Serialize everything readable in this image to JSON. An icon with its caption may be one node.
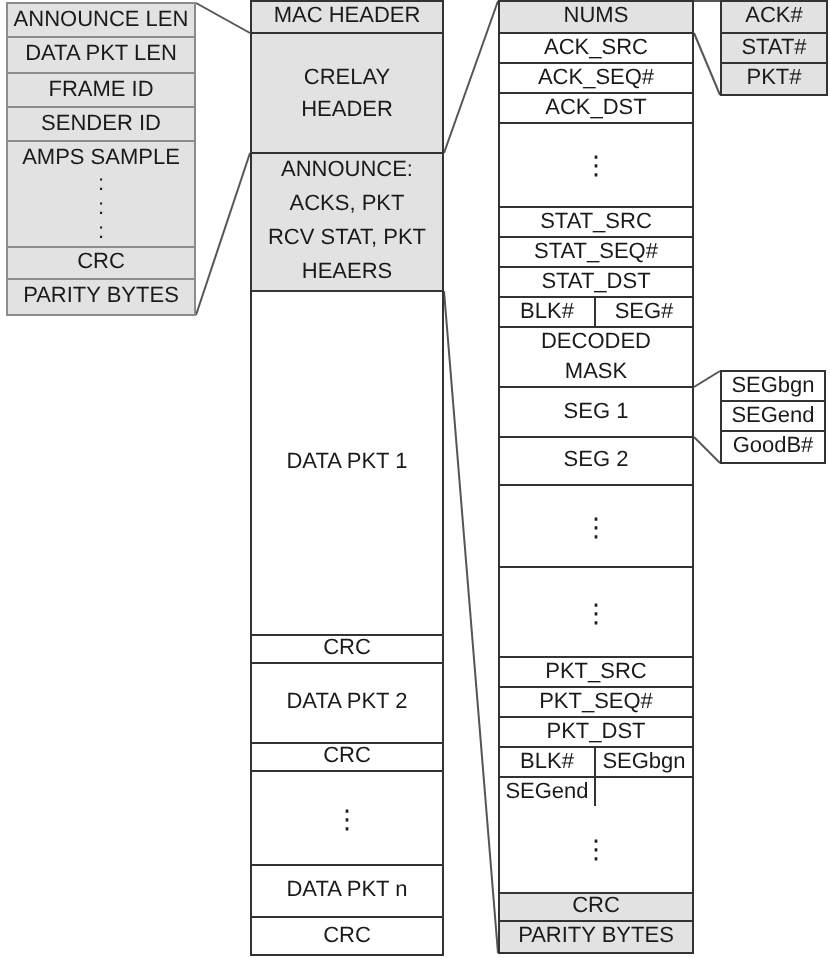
{
  "diagram": {
    "nodes": [
      {
        "text": [],
        "shape": "box"
      },
      {
        "text": [
          "ANNOUNCE LEN"
        ],
        "in": 0
      },
      {
        "text": [
          "DATA PKT LEN"
        ],
        "in": 0
      },
      {
        "text": [
          "FRAME ID"
        ],
        "in": 0
      },
      {
        "text": [
          "SENDER ID"
        ],
        "in": 0
      },
      {
        "text": [
          "AMPS SAMPLE",
          ":",
          ":",
          ":"
        ],
        "in": 0
      },
      {
        "text": [
          "CRC"
        ],
        "in": 0
      },
      {
        "text": [
          "PARITY BYTES"
        ],
        "in": 0
      },
      {
        "text": [],
        "shape": "box"
      },
      {
        "text": [
          "MAC HEADER"
        ],
        "in": 8
      },
      {
        "text": [
          "CRELAY HEADER"
        ],
        "in": 8
      },
      {
        "text": [
          "ANNOUNCE: ACKS, PKT RCV STAT, PKT HEAERS"
        ],
        "in": 8
      },
      {
        "text": [
          "DATA PKT 1"
        ],
        "in": 8
      },
      {
        "text": [
          "CRC"
        ],
        "in": 8
      },
      {
        "text": [
          "DATA PKT 2"
        ],
        "in": 8
      },
      {
        "text": [
          "CRC"
        ],
        "in": 8
      },
      {
        "text": [
          "⋮"
        ],
        "in": 8
      },
      {
        "text": [
          "DATA PKT n"
        ],
        "in": 8
      },
      {
        "text": [
          "CRC"
        ],
        "in": 8
      },
      {
        "text": [],
        "shape": "box"
      },
      {
        "text": [
          "NUMS"
        ],
        "in": 19
      },
      {
        "text": [
          "ACK_SRC"
        ],
        "in": 19
      },
      {
        "text": [
          "ACK_SEQ#"
        ],
        "in": 19
      },
      {
        "text": [
          "ACK_DST"
        ],
        "in": 19
      },
      {
        "text": [
          "⋮"
        ],
        "in": 19
      },
      {
        "text": [
          "STAT_SRC"
        ],
        "in": 19
      },
      {
        "text": [
          "STAT_SEQ#"
        ],
        "in": 19
      },
      {
        "text": [
          "STAT_DST"
        ],
        "in": 19
      },
      {
        "text": [
          "BLK#"
        ],
        "in": 19
      },
      {
        "text": [
          "SEG#"
        ],
        "in": 19
      },
      {
        "text": [
          "DECODED MASK"
        ],
        "in": 19
      },
      {
        "text": [
          "SEG 1"
        ],
        "in": 19
      },
      {
        "text": [
          "SEG 2"
        ],
        "in": 19
      },
      {
        "text": [
          "⋮"
        ],
        "in": 19
      },
      {
        "text": [
          "⋮"
        ],
        "in": 19
      },
      {
        "text": [
          "PKT_SRC"
        ],
        "in": 19
      },
      {
        "text": [
          "PKT_SEQ#"
        ],
        "in": 19
      },
      {
        "text": [
          "PKT_DST"
        ],
        "in": 19
      },
      {
        "text": [
          "BLK#"
        ],
        "in": 19
      },
      {
        "text": [
          "SEGbgn"
        ],
        "in": 19
      },
      {
        "text": [
          "SEGend"
        ],
        "in": 19
      },
      {
        "text": [
          "⋮"
        ],
        "in": 19
      },
      {
        "text": [
          "CRC"
        ],
        "in": 19
      },
      {
        "text": [
          "PARITY BYTES"
        ],
        "in": 19
      },
      {
        "text": [],
        "shape": "box"
      },
      {
        "text": [
          "ACK#"
        ],
        "in": 44
      },
      {
        "text": [
          "STAT#"
        ],
        "in": 44
      },
      {
        "text": [
          "PKT#"
        ],
        "in": 44
      },
      {
        "text": [],
        "shape": "box"
      },
      {
        "text": [
          "SEGbgn"
        ],
        "in": 48
      },
      {
        "text": [
          "SEGend"
        ],
        "in": 48
      },
      {
        "text": [
          "GoodB#"
        ],
        "in": 48
      }
    ],
    "edges": [
      {
        "from": 10,
        "to": 0,
        "arrow": "none"
      },
      {
        "from": 10,
        "to": 0,
        "arrow": "none"
      },
      {
        "from": 11,
        "to": 19,
        "arrow": "none"
      },
      {
        "from": 11,
        "to": 19,
        "arrow": "none"
      },
      {
        "from": 20,
        "to": 44,
        "arrow": "none"
      },
      {
        "from": 20,
        "to": 44,
        "arrow": "none"
      },
      {
        "from": 31,
        "to": 48,
        "arrow": "none"
      },
      {
        "from": 31,
        "to": 48,
        "arrow": "none"
      }
    ]
  }
}
